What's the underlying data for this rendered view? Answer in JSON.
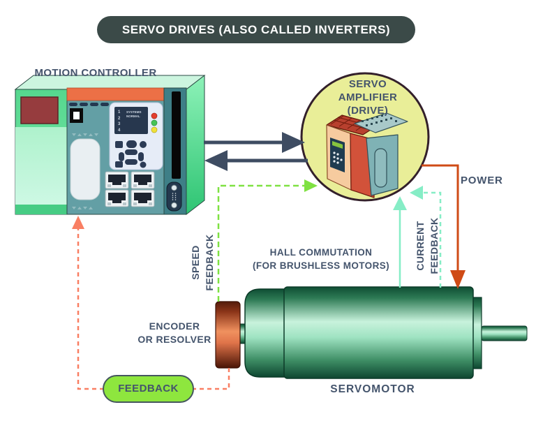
{
  "title": "SERVO DRIVES (ALSO CALLED INVERTERS)",
  "labels": {
    "motion_controller": "MOTION CONTROLLER",
    "servo_amplifier": "SERVO\nAMPLIFIER\n(DRIVE)",
    "power": "POWER",
    "speed_feedback": "SPEED\nFEEDBACK",
    "hall_commutation": "HALL COMMUTATION\n(FOR BRUSHLESS MOTORS)",
    "current_feedback": "CURRENT\nFEEDBACK",
    "encoder": "ENCODER\nOR RESOLVER",
    "feedback": "FEEDBACK",
    "servomotor": "SERVOMOTOR"
  },
  "controller_display": {
    "channels": "1\n2\n3\n4",
    "status": "SYSTEMS\nNORMAL"
  },
  "colors": {
    "title_pill_bg": "#3b4a48",
    "label_text": "#44546c",
    "command_arrows": "#3e4c62",
    "amplifier_circle_fill": "#e9ee98",
    "amplifier_circle_border": "#33202b",
    "speed_feedback_green": "#7fe142",
    "feedback_pill_green": "#8ee63e",
    "mint_feedback": "#86edc6",
    "power_orange": "#cf4b16",
    "feedback_loop_salmon": "#f97f63",
    "motor_green_dark": "#0f4e34",
    "motor_green_light": "#c8f2dc",
    "encoder_orange": "#f0915f",
    "controller_teal": "#639fa5",
    "controller_orange_strip": "#ec7046"
  }
}
